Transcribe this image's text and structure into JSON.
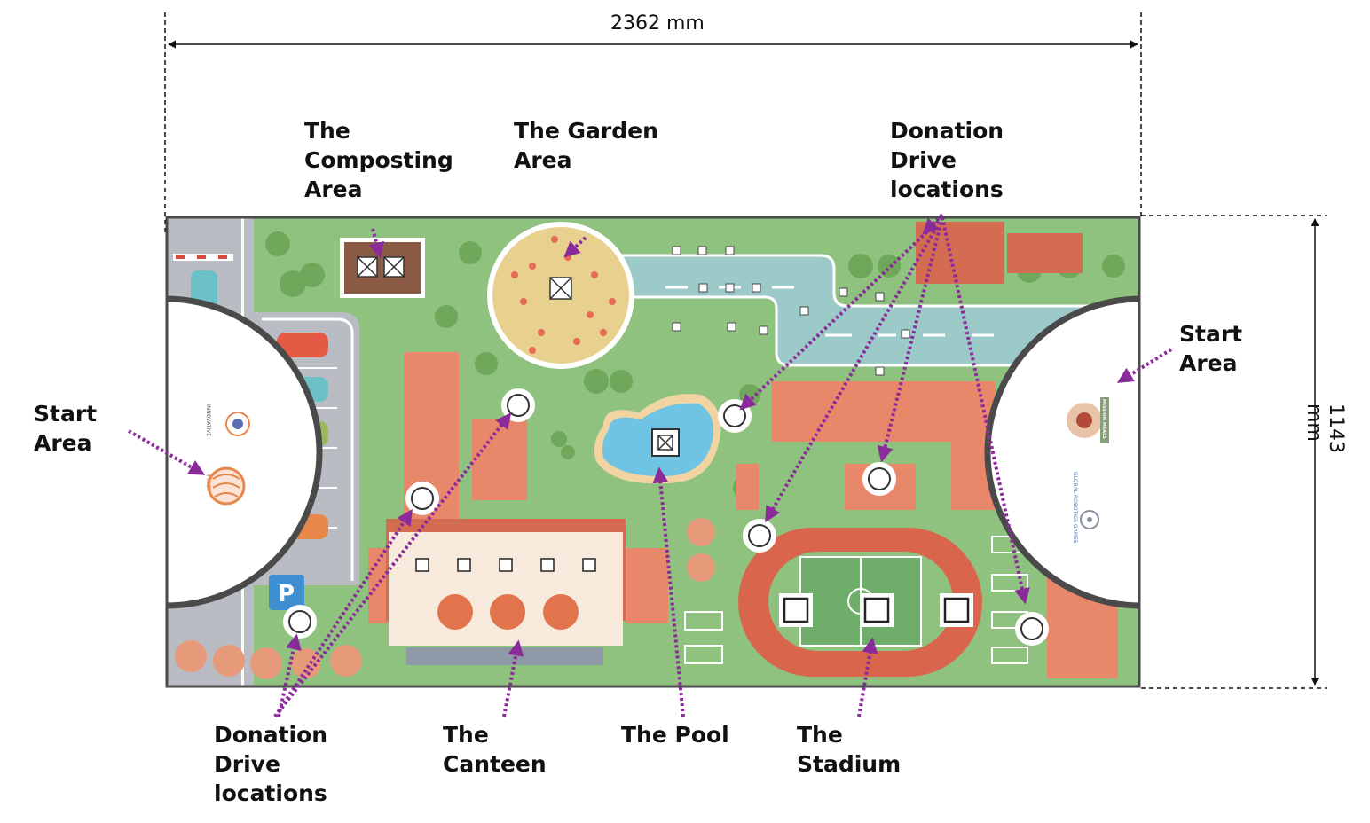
{
  "dimensions": {
    "width_label": "2362 mm",
    "height_label": "1143 mm"
  },
  "labels": {
    "composting": "The\nComposting\nArea",
    "garden": "The Garden\nArea",
    "donation_top": "Donation\nDrive\nlocations",
    "start_right": "Start\nArea",
    "start_left": "Start\nArea",
    "donation_bottom": "Donation\nDrive\nlocations",
    "canteen": "The\nCanteen",
    "pool": "The Pool",
    "stadium": "The\nStadium"
  },
  "logos": {
    "left_top": "INNOVATIVE",
    "left_bottom": "FIRST",
    "right_top": "MISSION MEALS",
    "right_bottom": "GLOBAL ROBOTICS GAMES"
  },
  "colors": {
    "grass": "#8fc27f",
    "road": "#9ccac9",
    "arrow": "#8b2a9b",
    "building": "#e8876a",
    "track": "#d9654c",
    "field": "#6fae6a",
    "mat_border": "#4a4a4a"
  }
}
